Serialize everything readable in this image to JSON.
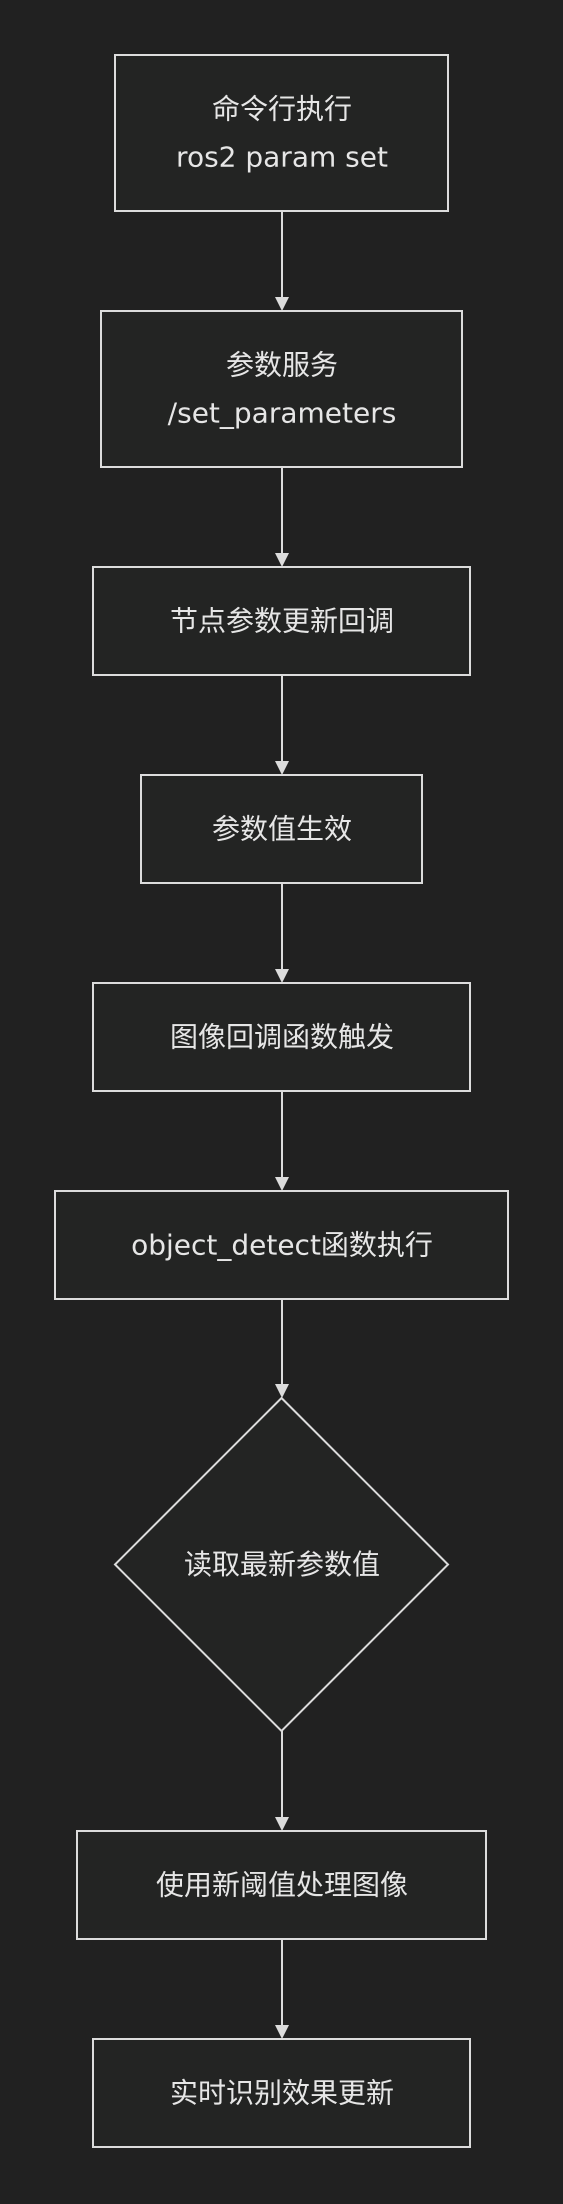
{
  "diagram": {
    "type": "flowchart",
    "nodes": [
      {
        "id": "n1",
        "shape": "rect",
        "lines": [
          "命令行执行",
          "ros2 param set"
        ]
      },
      {
        "id": "n2",
        "shape": "rect",
        "lines": [
          "参数服务",
          "/set_parameters"
        ]
      },
      {
        "id": "n3",
        "shape": "rect",
        "lines": [
          "节点参数更新回调"
        ]
      },
      {
        "id": "n4",
        "shape": "rect",
        "lines": [
          "参数值生效"
        ]
      },
      {
        "id": "n5",
        "shape": "rect",
        "lines": [
          "图像回调函数触发"
        ]
      },
      {
        "id": "n6",
        "shape": "rect",
        "lines": [
          "object_detect函数执行"
        ]
      },
      {
        "id": "n7",
        "shape": "diamond",
        "lines": [
          "读取最新参数值"
        ]
      },
      {
        "id": "n8",
        "shape": "rect",
        "lines": [
          "使用新阈值处理图像"
        ]
      },
      {
        "id": "n9",
        "shape": "rect",
        "lines": [
          "实时识别效果更新"
        ]
      }
    ],
    "edges": [
      [
        "n1",
        "n2"
      ],
      [
        "n2",
        "n3"
      ],
      [
        "n3",
        "n4"
      ],
      [
        "n4",
        "n5"
      ],
      [
        "n5",
        "n6"
      ],
      [
        "n6",
        "n7"
      ],
      [
        "n7",
        "n8"
      ],
      [
        "n8",
        "n9"
      ]
    ],
    "colors": {
      "background": "#212121",
      "node_fill": "#232423",
      "stroke": "#dcdcdc",
      "text": "#e6e6e6"
    }
  }
}
